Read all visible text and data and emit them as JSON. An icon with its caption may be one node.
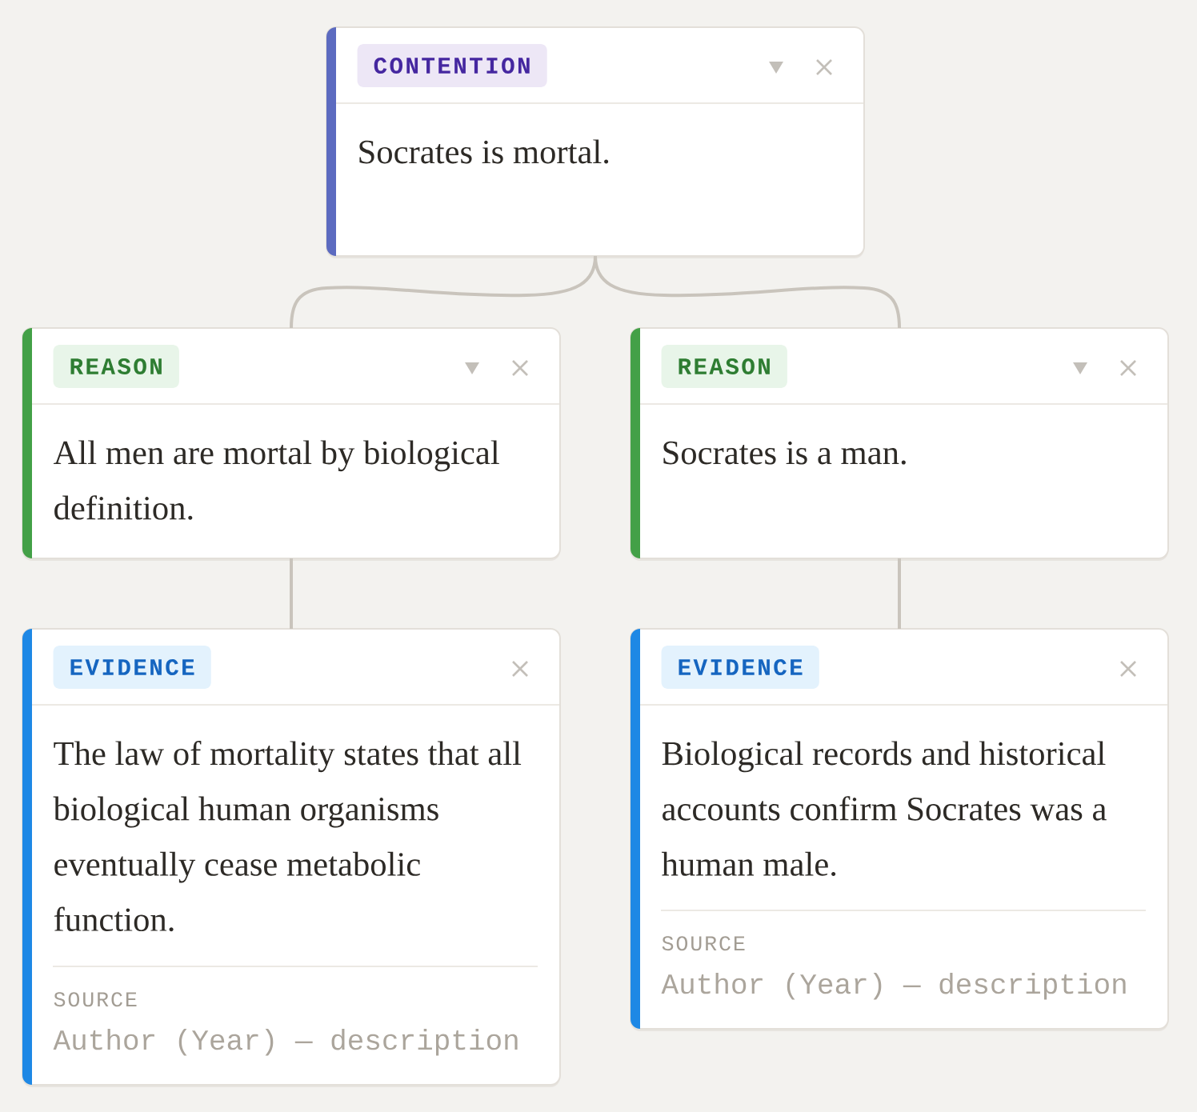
{
  "diagram": {
    "nodes": [
      {
        "text": [
          "CONTENTION",
          "Socrates is mortal."
        ]
      },
      {
        "text": [
          "REASON",
          "All men are mortal by biological definition."
        ]
      },
      {
        "text": [
          "REASON",
          "Socrates is a man."
        ]
      },
      {
        "text": [
          "EVIDENCE",
          "The law of mortality states that all biological human organisms eventually cease metabolic function.",
          "SOURCE",
          "Author (Year) — description"
        ]
      },
      {
        "text": [
          "EVIDENCE",
          "Biological records and historical accounts confirm Socrates was a human male.",
          "SOURCE",
          "Author (Year) — description"
        ]
      }
    ],
    "edges": [
      {
        "from": 0,
        "to": 1,
        "arrow": "none"
      },
      {
        "from": 0,
        "to": 2,
        "arrow": "none"
      },
      {
        "from": 1,
        "to": 3,
        "arrow": "none"
      },
      {
        "from": 2,
        "to": 4,
        "arrow": "none"
      }
    ]
  }
}
